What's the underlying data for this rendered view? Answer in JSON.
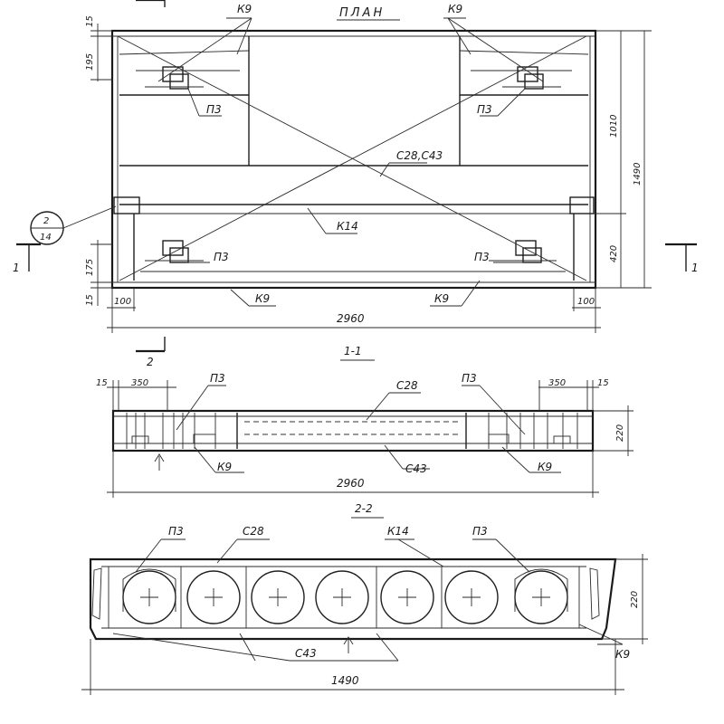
{
  "plan": {
    "title": "ПЛАН",
    "labels": {
      "k9_tl": "К9",
      "k9_tr": "К9",
      "k9_bl": "К9",
      "k9_br": "К9",
      "p3_1": "П3",
      "p3_2": "П3",
      "p3_3": "П3",
      "p3_4": "П3",
      "c28c43": "С28,С43",
      "k14": "К14"
    },
    "callout_top": "2",
    "callout_bottom": "14",
    "section_mark": "1",
    "dims": {
      "d15_top": "15",
      "d195": "195",
      "d175": "175",
      "d15_bot": "15",
      "d1010": "1010",
      "d1490": "1490",
      "d420": "420",
      "d100_l": "100",
      "d100_r": "100",
      "d2960": "2960"
    },
    "cut2": "2"
  },
  "section_1_1": {
    "title": "1-1",
    "labels": {
      "p3_l": "П3",
      "c28": "С28",
      "p3_r": "П3",
      "k9_l": "К9",
      "c43": "С43",
      "k9_r": "К9"
    },
    "dims": {
      "d15_l": "15",
      "d350_l": "350",
      "d350_r": "350",
      "d15_r": "15",
      "d220": "220",
      "d2960": "2960"
    }
  },
  "section_2_2": {
    "title": "2-2",
    "labels": {
      "p3_l": "П3",
      "c28": "С28",
      "k14": "К14",
      "p3_r": "П3",
      "c43": "С43",
      "k9": "К9"
    },
    "dims": {
      "d220": "220",
      "d1490": "1490"
    }
  }
}
